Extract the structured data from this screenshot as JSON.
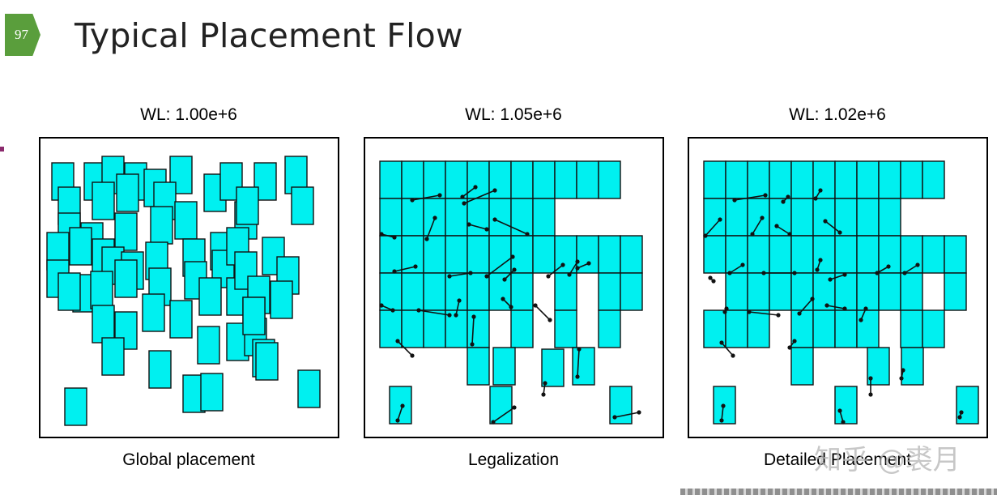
{
  "slide": {
    "number": "97",
    "title": "Typical Placement Flow"
  },
  "panels": [
    {
      "wl": "WL: 1.00e+6",
      "caption": "Global placement"
    },
    {
      "wl": "WL: 1.05e+6",
      "caption": "Legalization"
    },
    {
      "wl": "WL: 1.02e+6",
      "caption": "Detailed Placement"
    }
  ],
  "watermark": "知乎 @裘月",
  "colors": {
    "cell": "#00f0f0",
    "badge": "#5a9e3c"
  }
}
